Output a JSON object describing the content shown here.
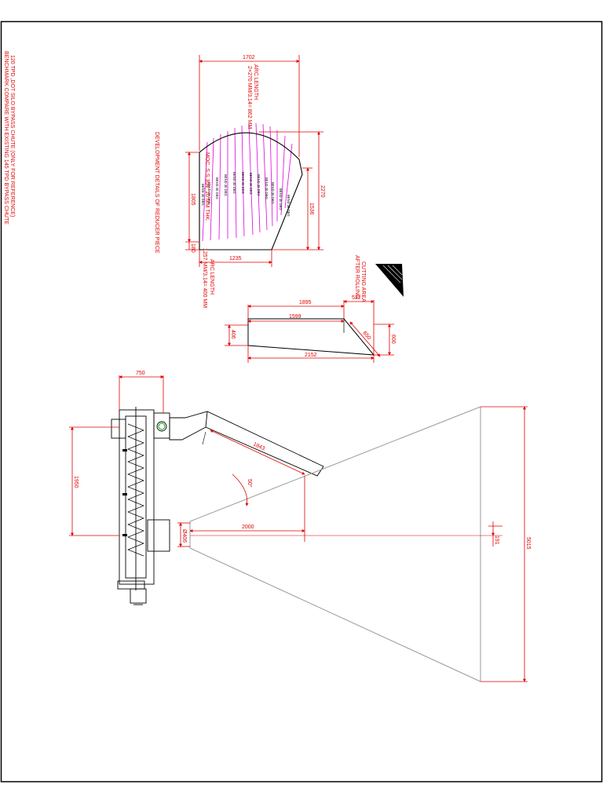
{
  "notes": {
    "line1": "120 TPD ,DOT SILO BYPASS CHUTE (ONLY FOR REFERENCE)",
    "line2": "BENCHMARK COMPARE WITH EXISTING 145 TPD BYPASS CHUTE"
  },
  "development": {
    "title": "DEVELOPMENT DETAILS OF REDUCER PIECE",
    "moc": "MOC. S.S.304_10 MM THK.",
    "arc_top": "ARC LENGTH",
    "arc_top_value": "2×270 MM/3.14= 862 MM",
    "arc_bottom": "ARC LENGTH",
    "arc_bottom_value": "1257 MM/3.14= 400 MM",
    "dim_width_top": "1702",
    "dim_height_full": "2270",
    "dim_height_right": "1536",
    "dim_height_left": "1805",
    "dim_small": "180",
    "dim_bottom": "1235",
    "bend_label": "BEND 30 DEG"
  },
  "cutting": {
    "label1": "CUTTING AREA",
    "label2": "AFTER ROLLING"
  },
  "flat": {
    "dim_top": "1895",
    "dim_right_top": "522",
    "dim_inner": "1599",
    "dim_diag": "650",
    "dim_left": "406",
    "dim_right": "600",
    "dim_bottom": "2152"
  },
  "assembly": {
    "dim_width": "750",
    "dim_height": "1950",
    "dim_length": "1843",
    "dim_angle": "50°",
    "dim_horizontal": "2000",
    "dim_dia_small": "Ø406",
    "dim_small": "191",
    "dim_cone_height": "5015"
  }
}
